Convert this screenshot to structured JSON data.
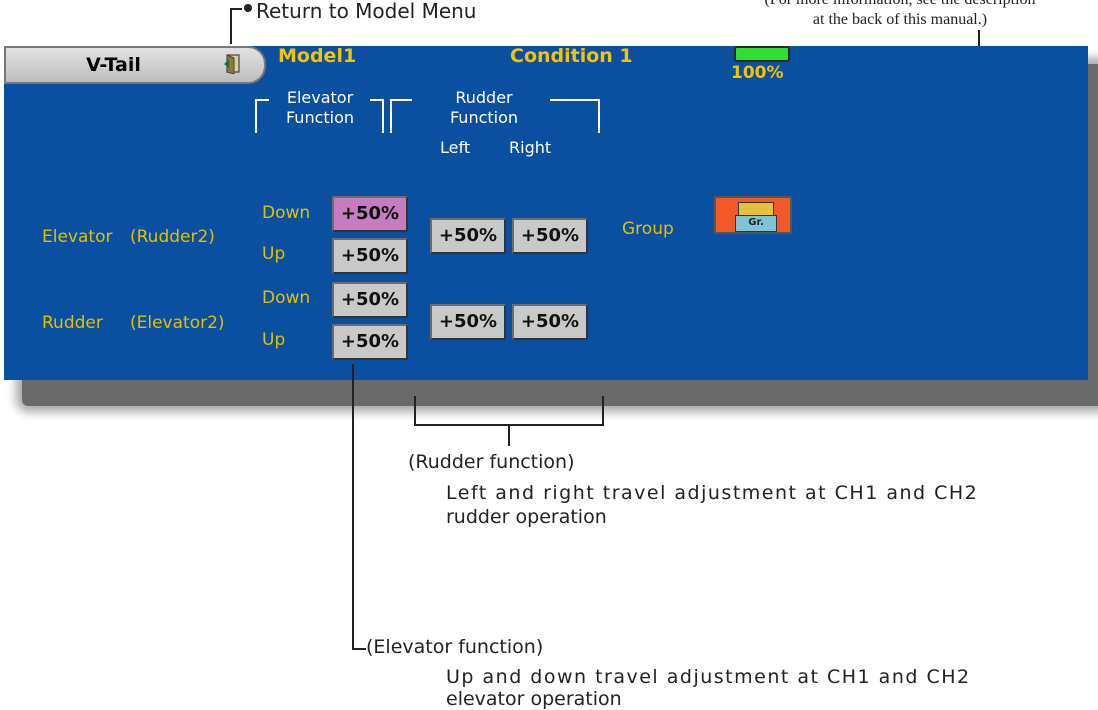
{
  "annotations": {
    "return_menu": "Return to Model Menu",
    "more_info_line1": "(For more information, see the description",
    "more_info_line2": "at the back of this manual.)",
    "rudder_func_title": "(Rudder function)",
    "rudder_func_line1": "Left and right travel adjustment at CH1 and CH2",
    "rudder_func_line2": "rudder operation",
    "elevator_func_title": "(Elevator function)",
    "elevator_func_line1": "Up and down travel adjustment at CH1 and CH2",
    "elevator_func_line2": "elevator operation"
  },
  "screen": {
    "tab_title": "V-Tail",
    "model_name": "Model1",
    "condition": "Condition 1",
    "battery": "100%",
    "col_elevator_1": "Elevator",
    "col_elevator_2": "Function",
    "col_rudder_1": "Rudder",
    "col_rudder_2": "Function",
    "col_left": "Left",
    "col_right": "Right",
    "group_label": "Group",
    "group_button": "Gr.",
    "rows": [
      {
        "name": "Elevator",
        "sub": "(Rudder2)",
        "down_label": "Down",
        "up_label": "Up",
        "down_value": "+50%",
        "up_value": "+50%",
        "left_value": "+50%",
        "right_value": "+50%"
      },
      {
        "name": "Rudder",
        "sub": "(Elevator2)",
        "down_label": "Down",
        "up_label": "Up",
        "down_value": "+50%",
        "up_value": "+50%",
        "left_value": "+50%",
        "right_value": "+50%"
      }
    ]
  },
  "colors": {
    "screen_bg": "#0b4fa0",
    "label_yellow": "#e2c000",
    "active_button": "#c67cc0",
    "group_button": "#f05a28"
  }
}
